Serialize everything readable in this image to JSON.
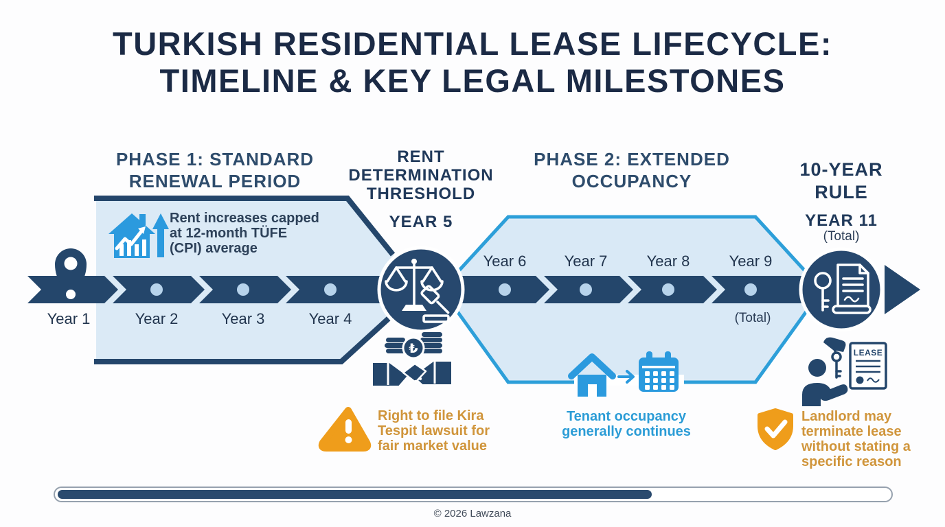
{
  "title": {
    "line1": "TURKISH RESIDENTIAL LEASE LIFECYCLE:",
    "line2": "TIMELINE & KEY LEGAL MILESTONES"
  },
  "phase1": {
    "heading_lines": [
      "PHASE 1: STANDARD",
      "RENEWAL PERIOD"
    ],
    "note": "Rent increases capped at 12-month TÜFE (CPI) average",
    "years": [
      "Year 1",
      "Year 2",
      "Year 3",
      "Year 4"
    ]
  },
  "threshold": {
    "heading_lines": [
      "RENT",
      "DETERMINATION",
      "THRESHOLD"
    ],
    "year_label": "YEAR 5",
    "note": "Right to file Kira Tespit lawsuit for fair market value"
  },
  "phase2": {
    "heading_lines": [
      "PHASE 2: EXTENDED",
      "OCCUPANCY"
    ],
    "years": [
      "Year 6",
      "Year 7",
      "Year 8",
      "Year 9"
    ],
    "total_label": "(Total)",
    "note": "Tenant occupancy generally continues"
  },
  "ten_year_rule": {
    "heading_lines": [
      "10-YEAR",
      "RULE"
    ],
    "year_label": "YEAR 11",
    "total_label": "(Total)",
    "note": "Landlord may terminate lease without stating a specific reason"
  },
  "icons": {
    "lease_label": "LEASE",
    "lira_symbol": "₺"
  },
  "footer": {
    "copyright": "© 2026 Lawzana",
    "progress_percent": 71
  },
  "colors": {
    "navy_dark": "#1b2a45",
    "navy_band": "#24466b",
    "light_blue_fill": "#dbeaf6",
    "bright_blue": "#2d9fd9",
    "icon_blue": "#2b9ade",
    "orange": "#ef9d1b",
    "orange_text": "#d0953b",
    "dot_blue": "#b7d3eb"
  }
}
